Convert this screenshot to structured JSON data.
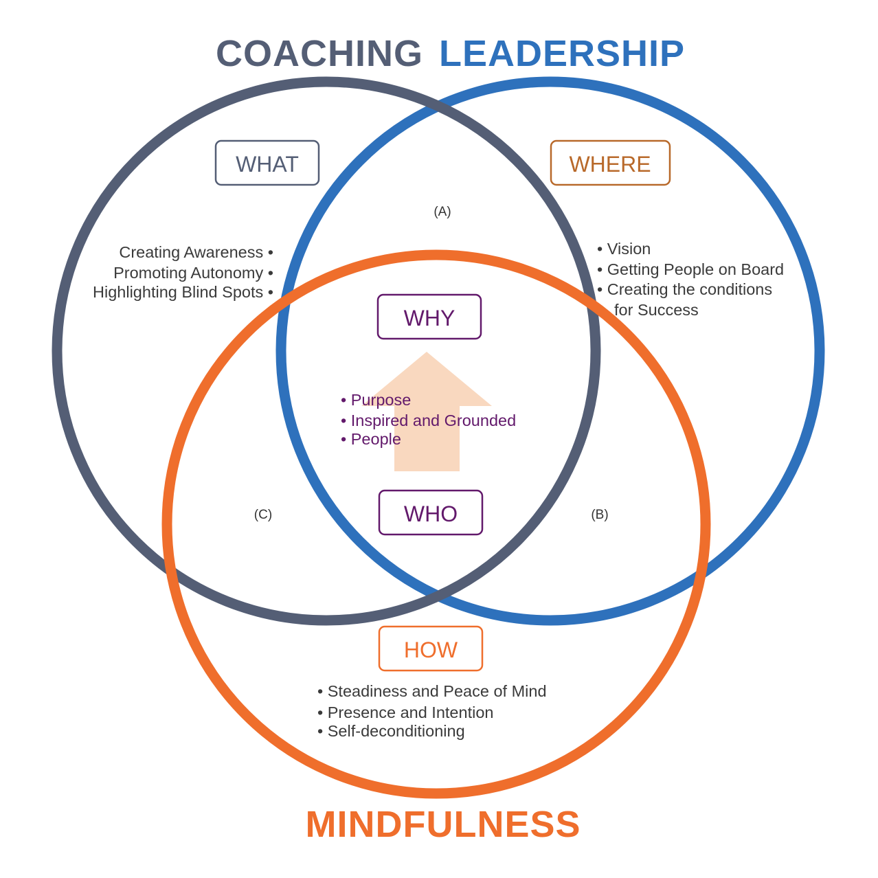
{
  "colors": {
    "coaching": "#545e75",
    "leadership": "#2e71bc",
    "mindfulness": "#ef6e2c",
    "where": "#b8692a",
    "why": "#62196b",
    "arrow": "#f9d8bf",
    "text": "#3a3a3a"
  },
  "titles": {
    "coaching": "COACHING",
    "leadership": "LEADERSHIP",
    "mindfulness": "MINDFULNESS"
  },
  "boxes": {
    "what": "WHAT",
    "where": "WHERE",
    "why": "WHY",
    "who": "WHO",
    "how": "HOW"
  },
  "regions": {
    "a": "(A)",
    "b": "(B)",
    "c": "(C)"
  },
  "what_items": [
    "Creating Awareness •",
    "Promoting Autonomy •",
    "Highlighting Blind Spots •"
  ],
  "where_items": [
    "• Vision",
    "• Getting People on Board",
    "• Creating the conditions",
    "for Success"
  ],
  "why_items": [
    "• Purpose",
    "• Inspired and Grounded",
    "• People"
  ],
  "how_items": [
    "• Steadiness and Peace of Mind",
    "• Presence and Intention",
    "• Self-deconditioning"
  ]
}
